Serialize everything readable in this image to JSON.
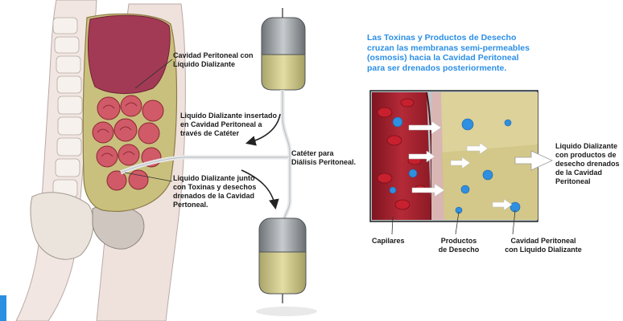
{
  "colors": {
    "headline": "#2b8fe6",
    "label_text": "#1a1a1a",
    "organ_red": "#c0334e",
    "fluid_yellow": "#c9c07e",
    "capillary": "#a0202a",
    "toxin_blue": "#2f8fe0",
    "peritoneal_tissue": "#d9d08c"
  },
  "headline": "Las Toxinas y  Productos de Desecho\ncruzan las membranas semi-permeables\n(osmosis) hacia la Cavidad Peritoneal\npara ser drenados posteriormente.",
  "left_labels": {
    "cavity": "Cavidad Peritoneal con\nLíquido Dializante",
    "inserted": "Liquido Dializante insertado\nen Cavidad Peritoneal a\ntravés de Catéter",
    "catheter": "Catéter para\nDiálisis Peritoneal.",
    "drained": "Liquido Dializante junto\ncon Toxinas y desechos\ndrenados de la Cavidad\nPertoneal."
  },
  "inset_labels": {
    "capillaries": "Capilares",
    "waste": "Productos\nde Desecho",
    "cavity_fluid": "Cavidad Peritoneal\ncon Liquido Dializante",
    "drained_fluid": "Liquido Dializante\ncon productos de\ndesecho drenados\nde la Cavidad\nPeritoneal"
  }
}
